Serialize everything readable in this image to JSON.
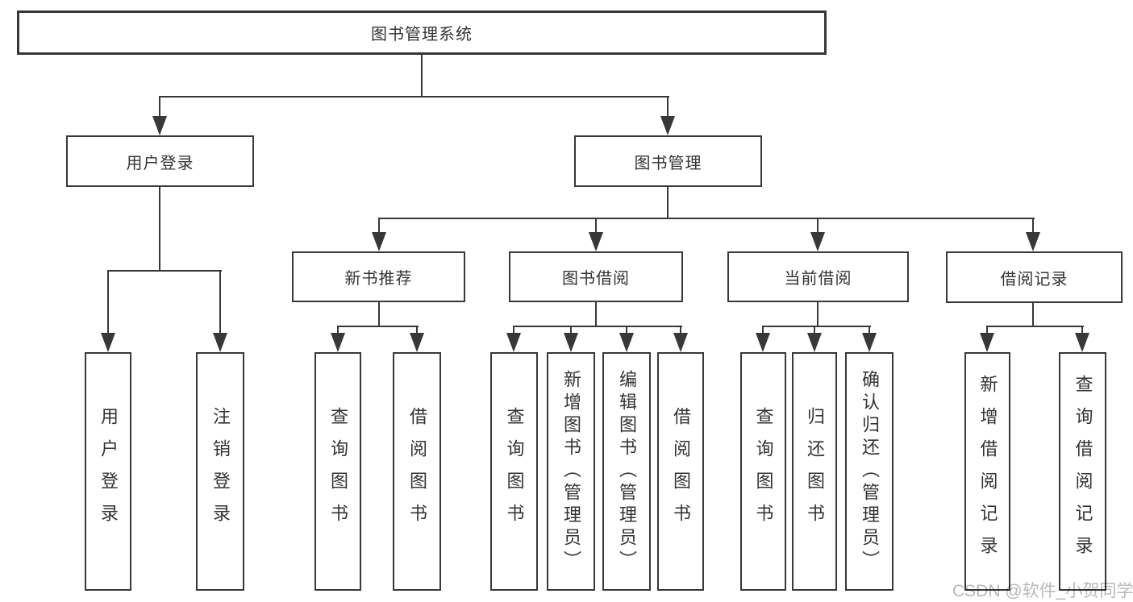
{
  "title": "图书管理系统",
  "watermark": "CSDN @软件_小贺同学",
  "colors": {
    "line": "#383838",
    "text": "#333333",
    "watermark": "#b9b9b9",
    "background": "#ffffff"
  },
  "tree": {
    "root": "图书管理系统",
    "branches": [
      {
        "label": "用户登录",
        "children": [
          "用户登录",
          "注销登录"
        ]
      },
      {
        "label": "图书管理",
        "groups": [
          {
            "label": "新书推荐",
            "children": [
              "查询图书",
              "借阅图书"
            ]
          },
          {
            "label": "图书借阅",
            "children": [
              "查询图书",
              "新增图书（管理员）",
              "编辑图书（管理员）",
              "借阅图书"
            ]
          },
          {
            "label": "当前借阅",
            "children": [
              "查询图书",
              "归还图书",
              "确认归还（管理员）"
            ]
          },
          {
            "label": "借阅记录",
            "children": [
              "新增借阅记录",
              "查询借阅记录"
            ]
          }
        ]
      }
    ]
  }
}
